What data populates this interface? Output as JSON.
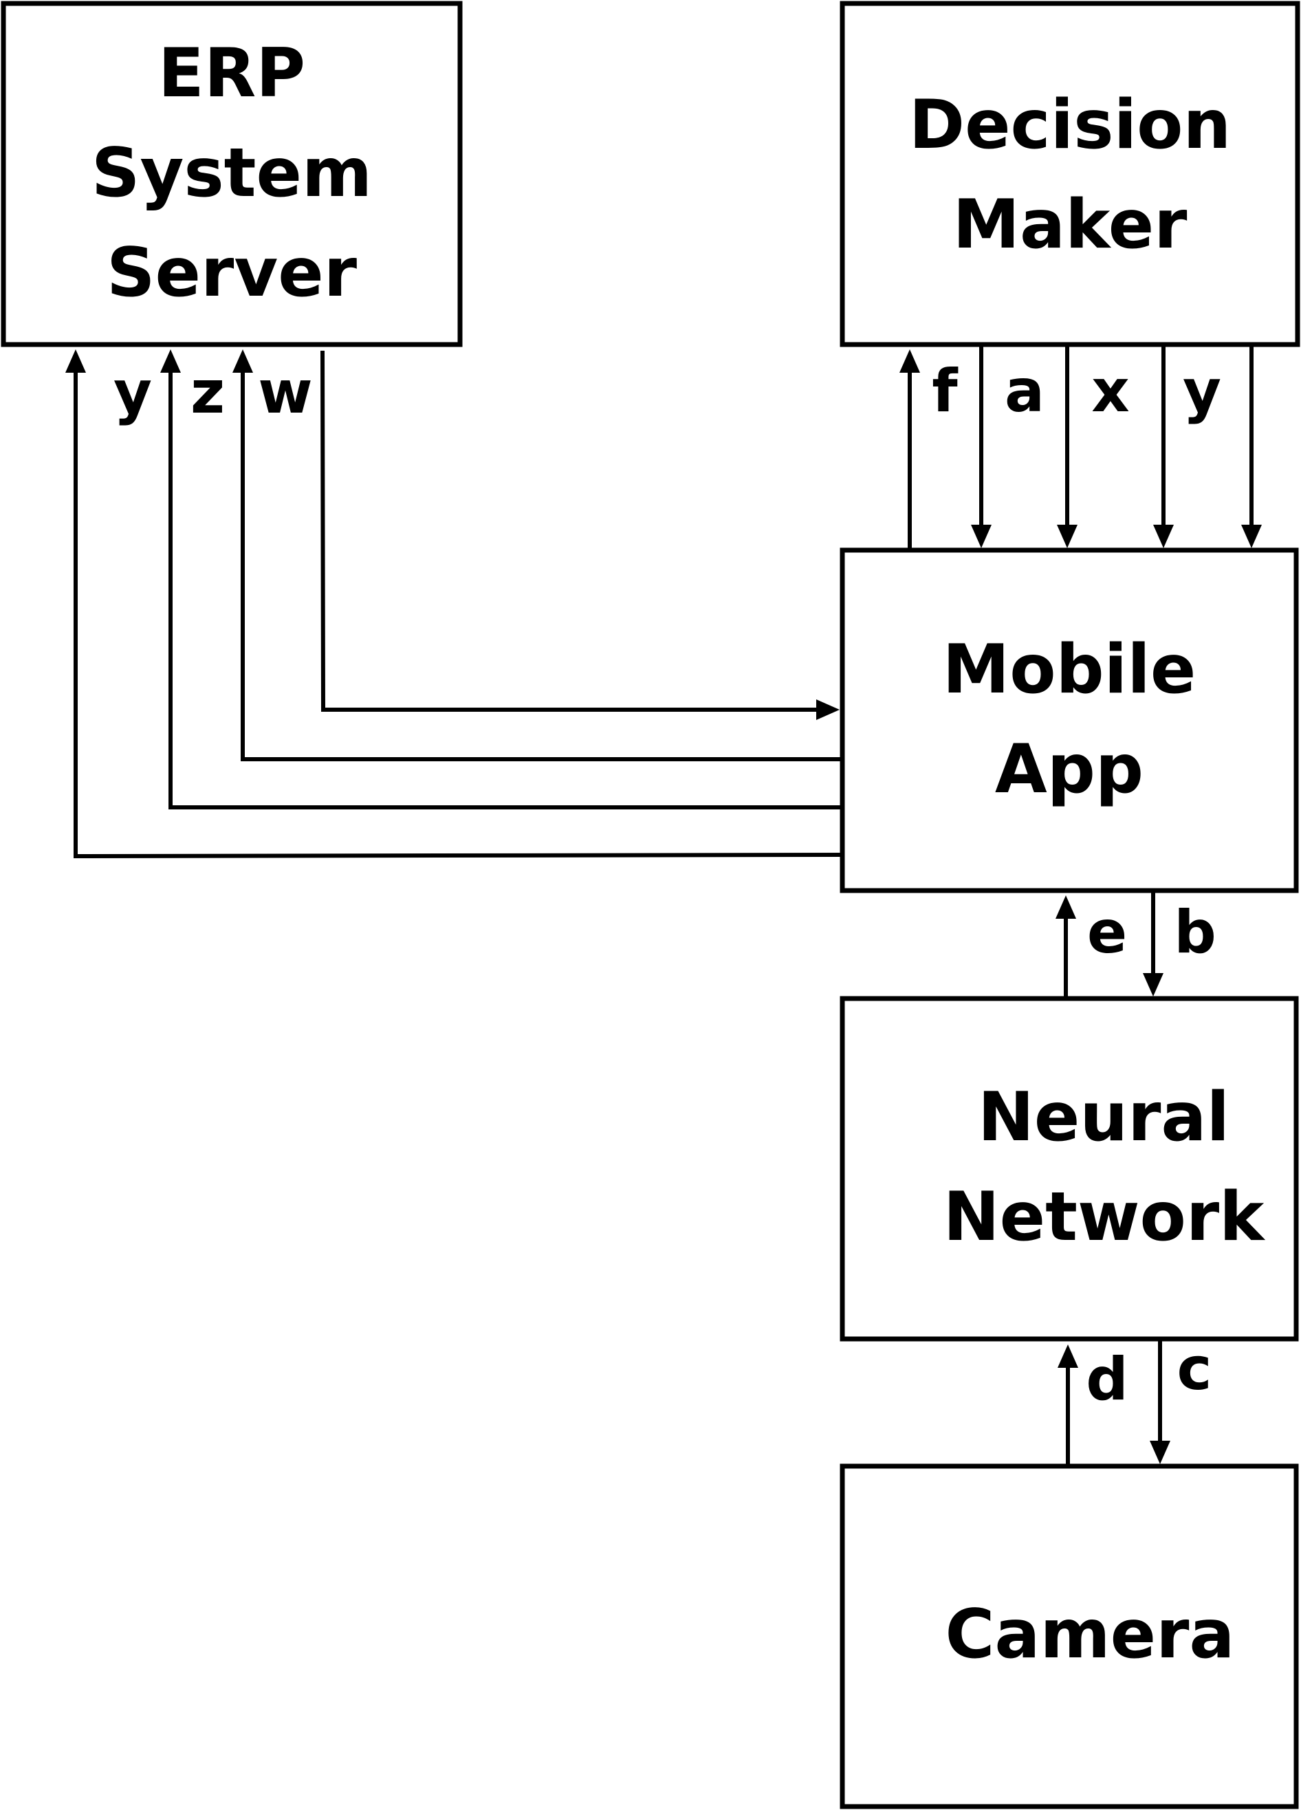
{
  "nodes": {
    "erp": {
      "lines": [
        "ERP",
        "System",
        "Server"
      ]
    },
    "decision": {
      "lines": [
        "Decision",
        "Maker"
      ]
    },
    "mobile": {
      "lines": [
        "Mobile",
        "App"
      ]
    },
    "neural": {
      "lines": [
        "Neural",
        "Network"
      ]
    },
    "camera": {
      "lines": [
        "Camera"
      ]
    }
  },
  "edges": {
    "app_to_erp_y": {
      "label": "y",
      "from": "Mobile App",
      "to": "ERP System Server"
    },
    "app_to_erp_z": {
      "label": "z",
      "from": "Mobile App",
      "to": "ERP System Server"
    },
    "app_to_erp_w": {
      "label": "w",
      "from": "Mobile App",
      "to": "ERP System Server"
    },
    "erp_to_app": {
      "label": "",
      "from": "ERP System Server",
      "to": "Mobile App"
    },
    "app_to_decision_f": {
      "label": "f",
      "from": "Mobile App",
      "to": "Decision Maker"
    },
    "decision_to_app_a": {
      "label": "a",
      "from": "Decision Maker",
      "to": "Mobile App"
    },
    "decision_to_app_x": {
      "label": "x",
      "from": "Decision Maker",
      "to": "Mobile App"
    },
    "decision_to_app_y": {
      "label": "y",
      "from": "Decision Maker",
      "to": "Mobile App"
    },
    "decision_to_app_plain": {
      "label": "",
      "from": "Decision Maker",
      "to": "Mobile App"
    },
    "neural_to_app_e": {
      "label": "e",
      "from": "Neural Network",
      "to": "Mobile App"
    },
    "app_to_neural_b": {
      "label": "b",
      "from": "Mobile App",
      "to": "Neural Network"
    },
    "camera_to_neural_d": {
      "label": "d",
      "from": "Camera",
      "to": "Neural Network"
    },
    "neural_to_camera_c": {
      "label": "c",
      "from": "Neural Network",
      "to": "Camera"
    }
  }
}
